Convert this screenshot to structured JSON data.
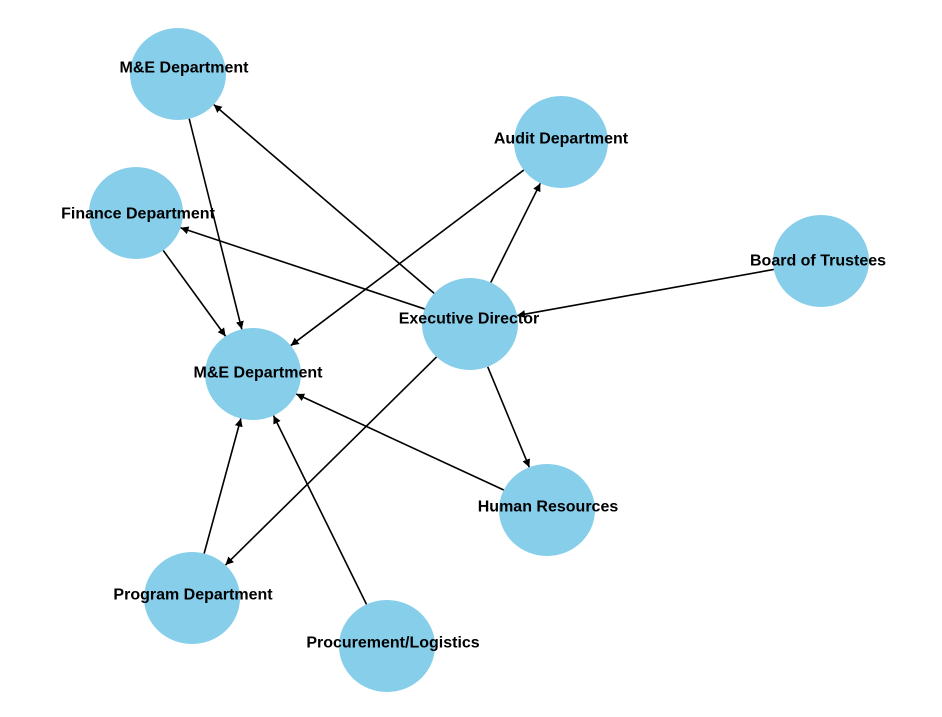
{
  "diagram": {
    "type": "directed-graph",
    "node_color": "#87CEEB",
    "edge_color": "#000000",
    "nodes": [
      {
        "id": "me_top",
        "label": "M&E Department"
      },
      {
        "id": "audit",
        "label": "Audit Department"
      },
      {
        "id": "finance",
        "label": "Finance Department"
      },
      {
        "id": "board",
        "label": "Board of Trustees"
      },
      {
        "id": "exec",
        "label": "Executive Director"
      },
      {
        "id": "me_center",
        "label": "M&E Department"
      },
      {
        "id": "hr",
        "label": "Human Resources"
      },
      {
        "id": "program",
        "label": "Program Department"
      },
      {
        "id": "procurement",
        "label": "Procurement/Logistics"
      }
    ],
    "edges": [
      {
        "from": "board",
        "to": "exec"
      },
      {
        "from": "exec",
        "to": "me_top"
      },
      {
        "from": "exec",
        "to": "audit"
      },
      {
        "from": "exec",
        "to": "finance"
      },
      {
        "from": "exec",
        "to": "hr"
      },
      {
        "from": "exec",
        "to": "program"
      },
      {
        "from": "me_top",
        "to": "me_center"
      },
      {
        "from": "finance",
        "to": "me_center"
      },
      {
        "from": "audit",
        "to": "me_center"
      },
      {
        "from": "hr",
        "to": "me_center"
      },
      {
        "from": "program",
        "to": "me_center"
      },
      {
        "from": "procurement",
        "to": "me_center"
      }
    ]
  }
}
